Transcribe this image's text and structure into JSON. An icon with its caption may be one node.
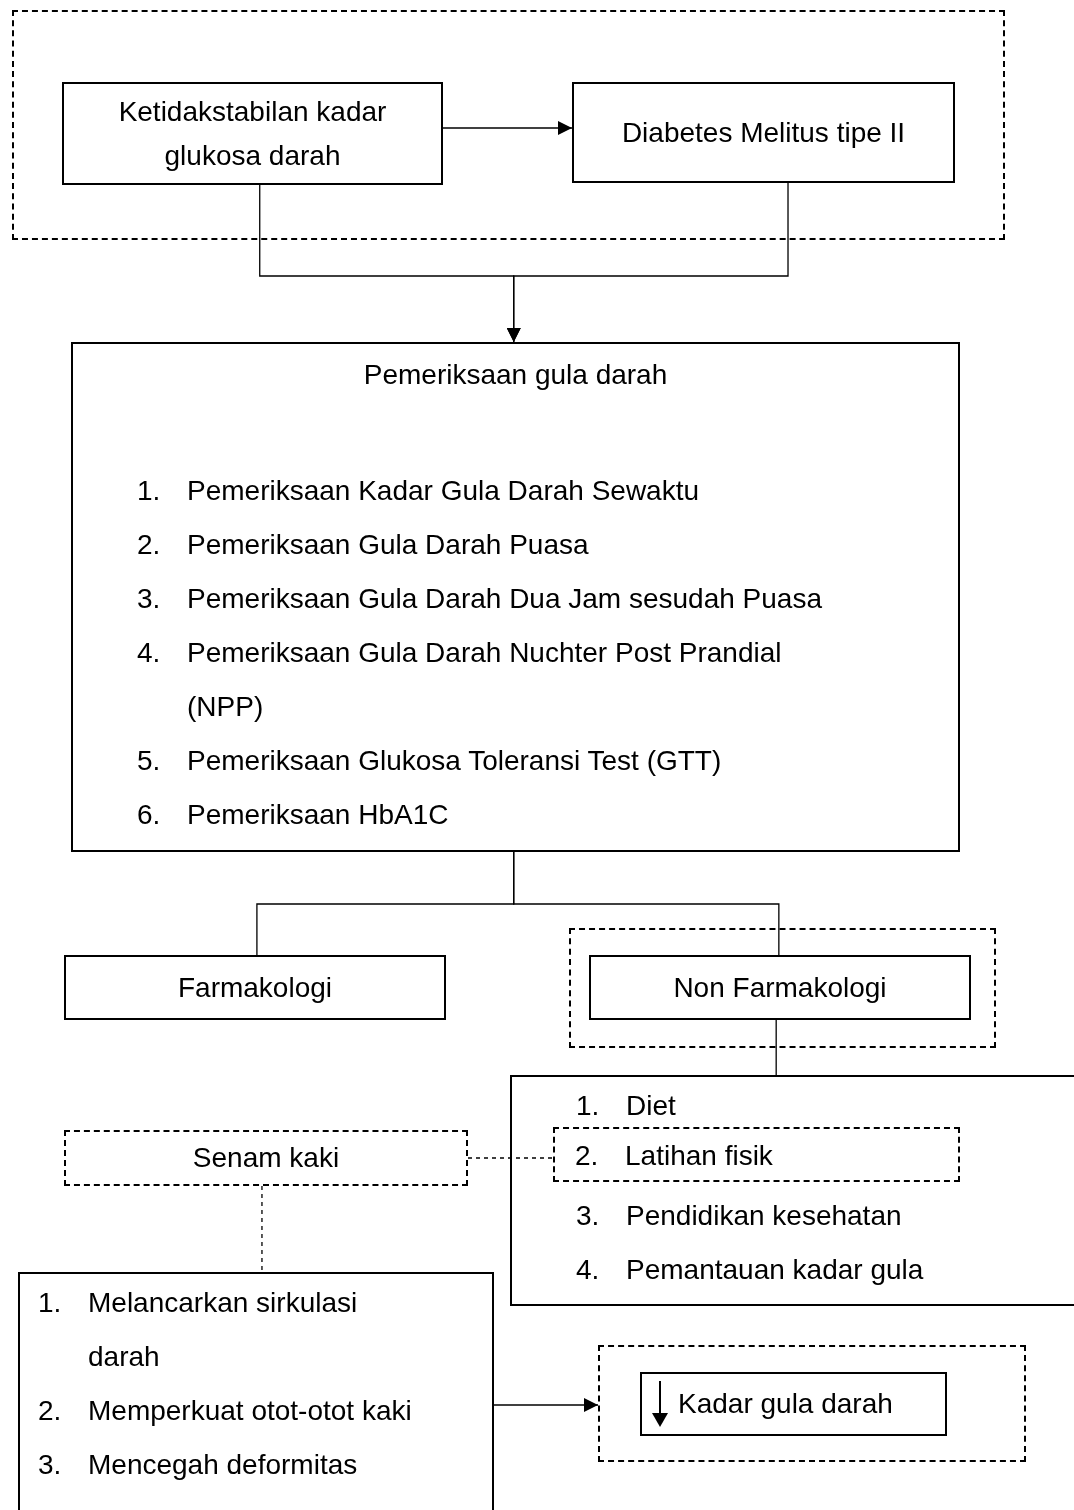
{
  "diagram": {
    "nodes": [
      {
        "text": [],
        "shape": "box"
      },
      {
        "text": [
          "Ketidakstabilan kadar glukosa darah"
        ],
        "in": 0
      },
      {
        "text": [
          "Diabetes Melitus tipe II"
        ],
        "in": 0
      },
      {
        "text": [
          "Pemeriksaan gula darah",
          "1.",
          "Pemeriksaan Kadar Gula Darah Sewaktu",
          "2.",
          "Pemeriksaan Gula Darah Puasa",
          "3.",
          "Pemeriksaan Gula Darah Dua Jam sesudah Puasa",
          "4.",
          "Pemeriksaan Gula Darah Nuchter Post Prandial (NPP)",
          "5.",
          "Pemeriksaan Glukosa Toleransi Test (GTT)",
          "6.",
          "Pemeriksaan HbA1C"
        ]
      },
      {
        "text": [
          "Farmakologi"
        ]
      },
      {
        "text": [],
        "shape": "box"
      },
      {
        "text": [
          "Non Farmakologi"
        ],
        "in": 5
      },
      {
        "text": [
          "1.",
          "Diet",
          "3.",
          "Pendidikan kesehatan",
          "4.",
          "Pemantauan kadar gula"
        ]
      },
      {
        "text": [
          "2.",
          "Latihan fisik"
        ],
        "in": 7
      },
      {
        "text": [
          "Senam kaki"
        ]
      },
      {
        "text": [
          "1.",
          "Melancarkan sirkulasi darah",
          "2.",
          "Memperkuat otot-otot kaki",
          "3.",
          "Mencegah deformitas"
        ]
      },
      {
        "text": [],
        "shape": "box"
      },
      {
        "text": [
          "Kadar gula darah"
        ],
        "in": 11
      }
    ],
    "edges": [
      {
        "from": 1,
        "to": 2,
        "arrow": "to"
      },
      {
        "from": 1,
        "to": 3,
        "arrow": "to"
      },
      {
        "from": 2,
        "to": 3,
        "arrow": "to"
      },
      {
        "from": 3,
        "to": 4,
        "arrow": "none"
      },
      {
        "from": 3,
        "to": 6,
        "arrow": "none"
      },
      {
        "from": 6,
        "to": 7,
        "arrow": "none"
      },
      {
        "from": 9,
        "to": 8,
        "arrow": "none",
        "style": "dashed"
      },
      {
        "from": 9,
        "to": 10,
        "arrow": "none",
        "style": "dashed"
      },
      {
        "from": 10,
        "to": 11,
        "arrow": "to"
      }
    ]
  }
}
